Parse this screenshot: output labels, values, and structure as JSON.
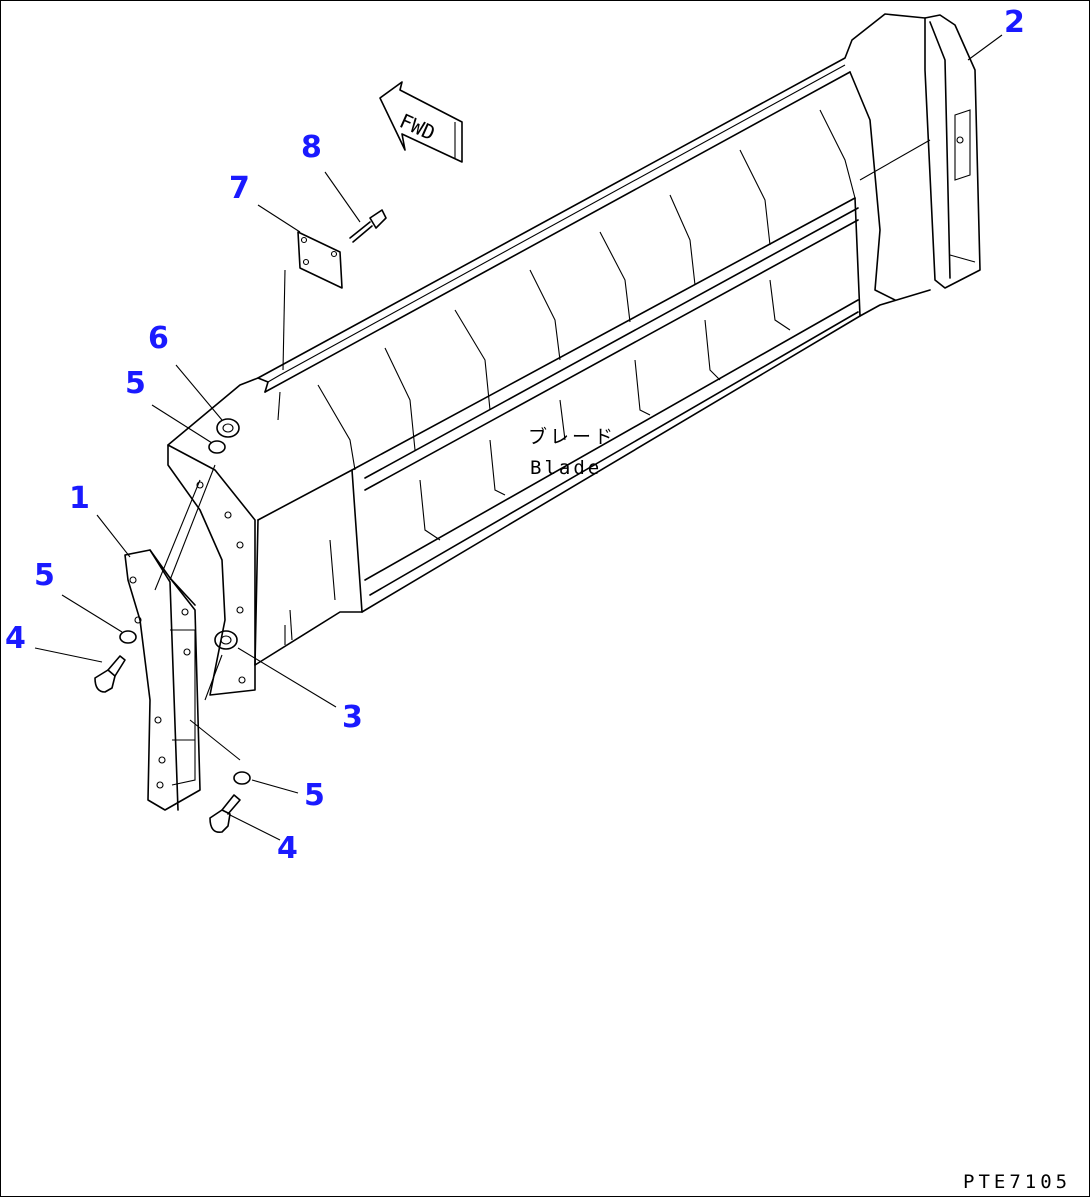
{
  "diagram": {
    "fwd_label": "FWD",
    "blade_label_jp": "ブレード",
    "blade_label_en": "Blade",
    "drawing_code": "PTE7105",
    "callout_color": "#1a1aff",
    "callouts": [
      {
        "id": "c1",
        "text": "1"
      },
      {
        "id": "c2",
        "text": "2"
      },
      {
        "id": "c3",
        "text": "3"
      },
      {
        "id": "c4a",
        "text": "4"
      },
      {
        "id": "c4b",
        "text": "4"
      },
      {
        "id": "c5a",
        "text": "5"
      },
      {
        "id": "c5b",
        "text": "5"
      },
      {
        "id": "c5c",
        "text": "5"
      },
      {
        "id": "c6",
        "text": "6"
      },
      {
        "id": "c7",
        "text": "7"
      },
      {
        "id": "c8",
        "text": "8"
      }
    ]
  }
}
